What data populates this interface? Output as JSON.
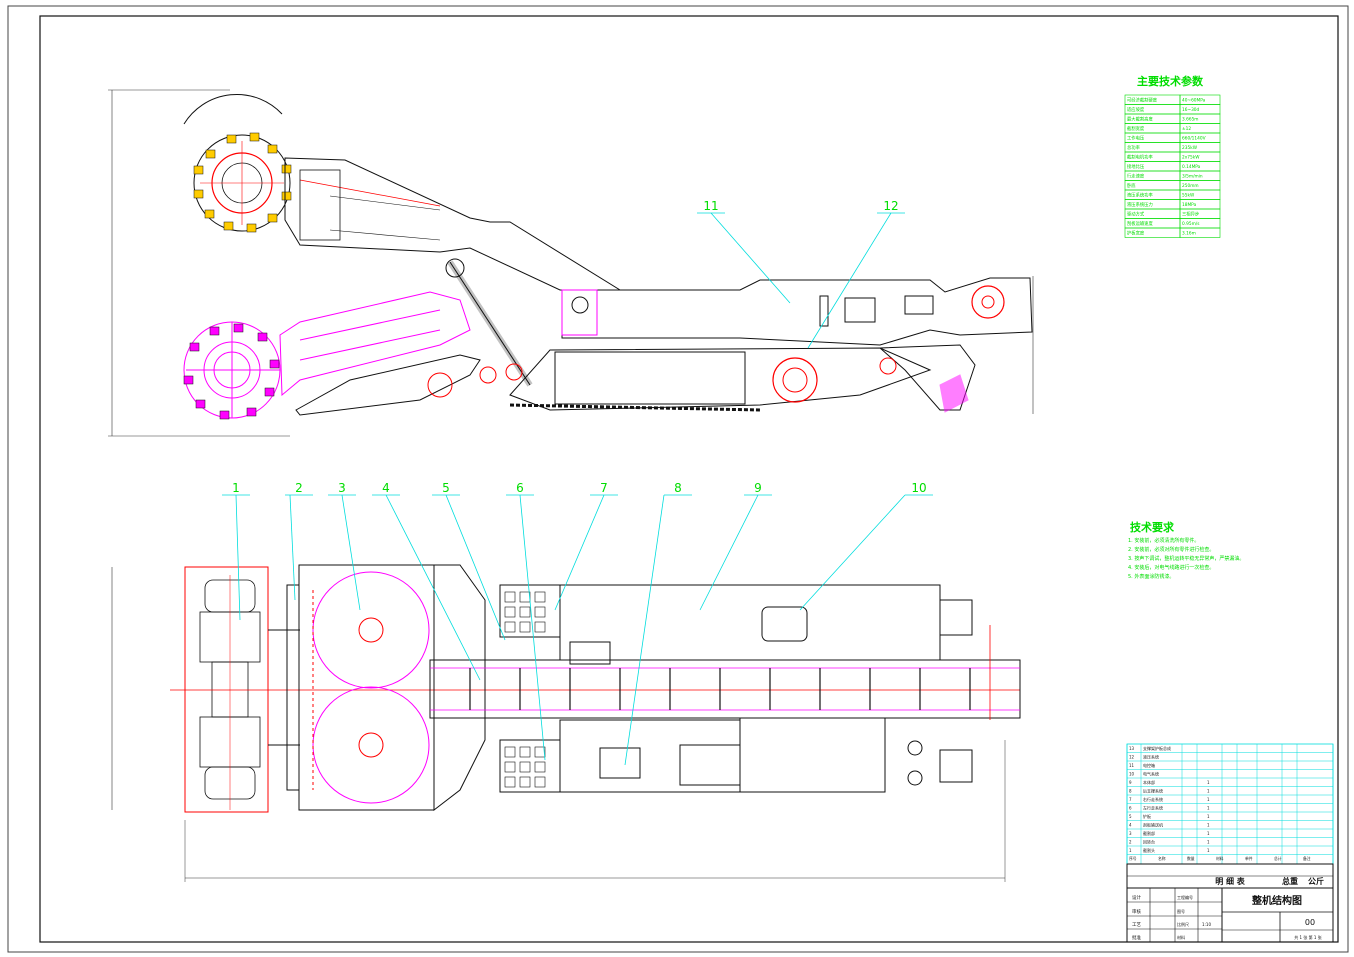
{
  "tech_params": {
    "title": "主要技术参数",
    "rows": [
      [
        "可经济截割硬度",
        "40~60MPa"
      ],
      [
        "适应坡度",
        "16~30d"
      ],
      [
        "最大截割高度",
        "3.665m"
      ],
      [
        "截割宽度",
        "±12"
      ],
      [
        "工作电压",
        "660/1140V"
      ],
      [
        "总功率",
        "235kW"
      ],
      [
        "截割电机功率",
        "2x75kW"
      ],
      [
        "接地比压",
        "0.14MPa"
      ],
      [
        "行走速度",
        "3/5m/min"
      ],
      [
        "卧底",
        "250mm"
      ],
      [
        "液压系统功率",
        "55kW"
      ],
      [
        "液压系统压力",
        "18MPa"
      ],
      [
        "驱动方式",
        "三相异步"
      ],
      [
        "刮板运输速度",
        "0.95m/s"
      ],
      [
        "护板宽度",
        "3.16m"
      ]
    ]
  },
  "tech_req": {
    "title": "技术要求",
    "items": [
      "1. 安装前，必须清洗所有零件。",
      "2. 安装前，必须对所有零件进行检查。",
      "3. 按声下调试，整机运转平稳无异常声，严禁漏油。",
      "4. 安装后，对电气线路进行一次检查。",
      "5. 外表面涂防锈漆。"
    ]
  },
  "callouts": [
    "1",
    "2",
    "3",
    "4",
    "5",
    "6",
    "7",
    "8",
    "9",
    "10",
    "11",
    "12"
  ],
  "bom": {
    "rows": [
      [
        "13",
        "支撑架护板总成",
        ""
      ],
      [
        "12",
        "液压系统",
        ""
      ],
      [
        "11",
        "电控箱",
        ""
      ],
      [
        "10",
        "电气系统",
        ""
      ],
      [
        "9",
        "本体部",
        "1"
      ],
      [
        "8",
        "后支撑系统",
        "1"
      ],
      [
        "7",
        "右行走系统",
        "1"
      ],
      [
        "6",
        "左行走系统",
        "1"
      ],
      [
        "5",
        "铲板",
        "1"
      ],
      [
        "4",
        "刮板输送机",
        "1"
      ],
      [
        "3",
        "截割部",
        "1"
      ],
      [
        "2",
        "回转台",
        "1"
      ],
      [
        "1",
        "截割头",
        "1"
      ]
    ],
    "header": [
      "序号",
      "名称",
      "数量",
      "材料",
      "单件",
      "总计",
      "备注"
    ]
  },
  "title_block": {
    "list_title": "明   细   表",
    "total_weight": "总重",
    "unit": "公斤",
    "drawing_title": "整机结构图",
    "drawing_no": "00",
    "sheet": "共 1 张  第 1 张",
    "scale": "1:10",
    "roles": [
      "设计",
      "审核",
      "工艺",
      "批准"
    ],
    "fields": [
      "工程编号",
      "图号",
      "比例尺",
      "材料"
    ]
  },
  "colors": {
    "green": "#00dd00",
    "magenta": "#ff00ff",
    "cyan": "#00dddd",
    "red": "#ff0000",
    "yellow": "#ffcc00",
    "line": "#222222"
  }
}
